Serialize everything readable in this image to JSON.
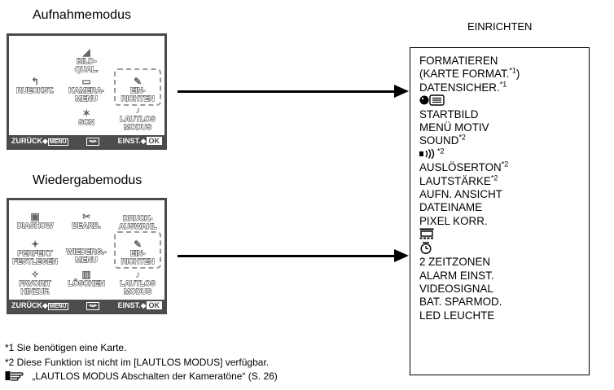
{
  "left": {
    "record_title": "Aufnahmemodus",
    "playback_title": "Wiedergabemodus"
  },
  "record_menu": {
    "items": {
      "bildqual": "BILD-\nQUAL.",
      "rueckst": "RUECKST.",
      "kamera": "KAMERA-\nMENU",
      "einrichten": "EIN-\nRICHTEN",
      "scn": "SCN",
      "lautlos": "LAUTLOS\nMODUS"
    },
    "footer": {
      "back": "ZURÜCK",
      "back_key": "MENU",
      "set": "EINST.",
      "ok": "OK"
    }
  },
  "play_menu": {
    "items": {
      "diashow": "DIASHOW",
      "bearb": "BEARB.",
      "druck": "DRUCK-\nAUSWAHL",
      "perfekt": "PERFEKT\nFESTLEGEN",
      "wiederg": "WIEDERG.-\nMENU",
      "einrichten": "EIN-\nRICHTEN",
      "favorit": "FAVORIT\nHINZUF.",
      "loeschen": "LÖSCHEN",
      "lautlos": "LAUTLOS\nMODUS"
    },
    "footer": {
      "back": "ZURÜCK",
      "back_key": "MENU",
      "set": "EINST.",
      "ok": "OK"
    }
  },
  "setup": {
    "title": "EINRICHTEN",
    "items": [
      {
        "text": "FORMATIEREN",
        "note": ""
      },
      {
        "text": "(KARTE FORMAT.",
        "note": "*1",
        "suffix": ")"
      },
      {
        "text": "DATENSICHER.",
        "note": "*1"
      },
      {
        "text": "",
        "note": "",
        "icon": "language-icon"
      },
      {
        "text": "STARTBILD",
        "note": ""
      },
      {
        "text": "MENÜ MOTIV",
        "note": ""
      },
      {
        "text": "SOUND",
        "note": "*2"
      },
      {
        "text": "",
        "note": "*2",
        "icon": "speaker-icon"
      },
      {
        "text": "AUSLÖSERTON",
        "note": "*2"
      },
      {
        "text": "LAUTSTÄRKE",
        "note": "*2"
      },
      {
        "text": "AUFN. ANSICHT",
        "note": ""
      },
      {
        "text": "DATEINAME",
        "note": ""
      },
      {
        "text": "PIXEL KORR.",
        "note": ""
      },
      {
        "text": "",
        "note": "",
        "icon": "monitor-brightness-icon"
      },
      {
        "text": "",
        "note": "",
        "icon": "clock-icon"
      },
      {
        "text": "2 ZEITZONEN",
        "note": ""
      },
      {
        "text": "ALARM EINST.",
        "note": ""
      },
      {
        "text": "VIDEOSIGNAL",
        "note": ""
      },
      {
        "text": "BAT. SPARMOD.",
        "note": ""
      },
      {
        "text": "LED LEUCHTE",
        "note": ""
      }
    ]
  },
  "footnotes": {
    "note1": "*1  Sie benötigen eine Karte.",
    "note2": "*2  Diese Funktion ist nicht im [LAUTLOS MODUS] verfügbar.",
    "ref": "„LAUTLOS MODUS Abschalten der Kameratöne“ (S. 26)"
  }
}
